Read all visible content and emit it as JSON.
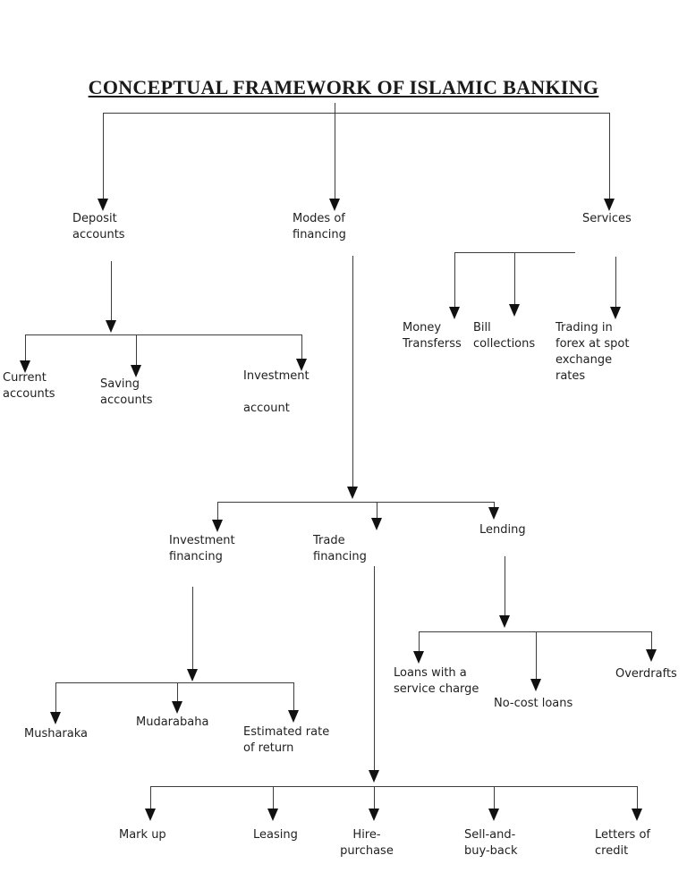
{
  "title": "CONCEPTUAL FRAMEWORK OF ISLAMIC BANKING",
  "colors": {
    "background": "#ffffff",
    "ink": "#1f1f1f",
    "line": "#3d3d3d"
  },
  "labels": {
    "deposit_accounts": "Deposit\naccounts",
    "modes_of_financing": "Modes of\nfinancing",
    "services": "Services",
    "current_accounts": "Current\naccounts",
    "saving_accounts": "Saving\naccounts",
    "investment_account": "Investment\n\naccount",
    "money_transferss": "Money\nTransferss",
    "bill_collections": "Bill\ncollections",
    "trading_in_forex": "Trading in\nforex at spot\nexchange\nrates",
    "investment_financing": "Investment\nfinancing",
    "trade_financing": "Trade\nfinancing",
    "lending": "Lending",
    "musharaka": "Musharaka",
    "mudarabaha": "Mudarabaha",
    "estimated_rate_of_return": "Estimated rate\nof return",
    "loans_with_service_charge": "Loans with a\nservice charge",
    "no_cost_loans": "No-cost loans",
    "overdrafts": "Overdrafts",
    "mark_up": "Mark up",
    "leasing": "Leasing",
    "hire_purchase": "Hire-\npurchase",
    "sell_and_buy_back": "Sell-and-\nbuy-back",
    "letters_of_credit": "Letters of\ncredit"
  },
  "tree": {
    "root": "title",
    "children": {
      "title": [
        "deposit_accounts",
        "modes_of_financing",
        "services"
      ],
      "deposit_accounts": [
        "current_accounts",
        "saving_accounts",
        "investment_account"
      ],
      "modes_of_financing": [
        "investment_financing",
        "trade_financing",
        "lending"
      ],
      "services": [
        "money_transferss",
        "bill_collections",
        "trading_in_forex"
      ],
      "investment_financing": [
        "musharaka",
        "mudarabaha",
        "estimated_rate_of_return"
      ],
      "lending": [
        "loans_with_service_charge",
        "no_cost_loans",
        "overdrafts"
      ],
      "trade_financing": [
        "mark_up",
        "leasing",
        "hire_purchase",
        "sell_and_buy_back",
        "letters_of_credit"
      ]
    }
  }
}
